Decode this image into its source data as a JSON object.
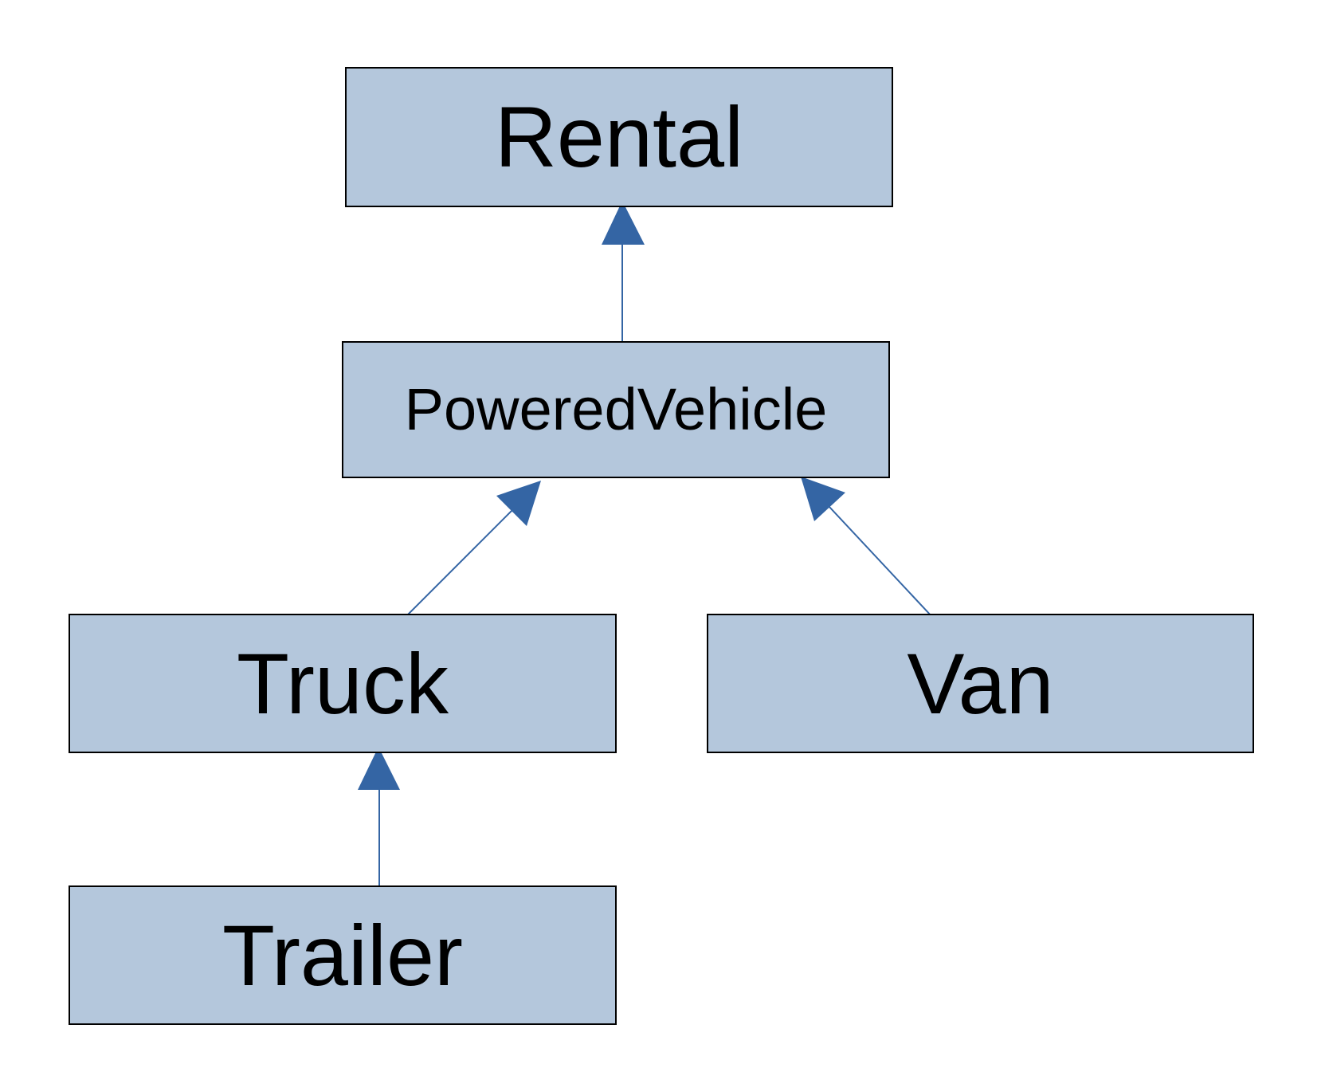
{
  "diagram": {
    "type": "class-inheritance",
    "colors": {
      "box_fill": "#b4c7dc",
      "box_border": "#000000",
      "arrow": "#3465a4",
      "text": "#000000"
    },
    "nodes": [
      {
        "id": "rental",
        "label": "Rental"
      },
      {
        "id": "powered-vehicle",
        "label": "PoweredVehicle"
      },
      {
        "id": "truck",
        "label": "Truck"
      },
      {
        "id": "van",
        "label": "Van"
      },
      {
        "id": "trailer",
        "label": "Trailer"
      }
    ],
    "edges": [
      {
        "from": "powered-vehicle",
        "to": "rental",
        "kind": "generalization"
      },
      {
        "from": "truck",
        "to": "powered-vehicle",
        "kind": "generalization"
      },
      {
        "from": "van",
        "to": "powered-vehicle",
        "kind": "generalization"
      },
      {
        "from": "trailer",
        "to": "truck",
        "kind": "generalization"
      }
    ]
  }
}
